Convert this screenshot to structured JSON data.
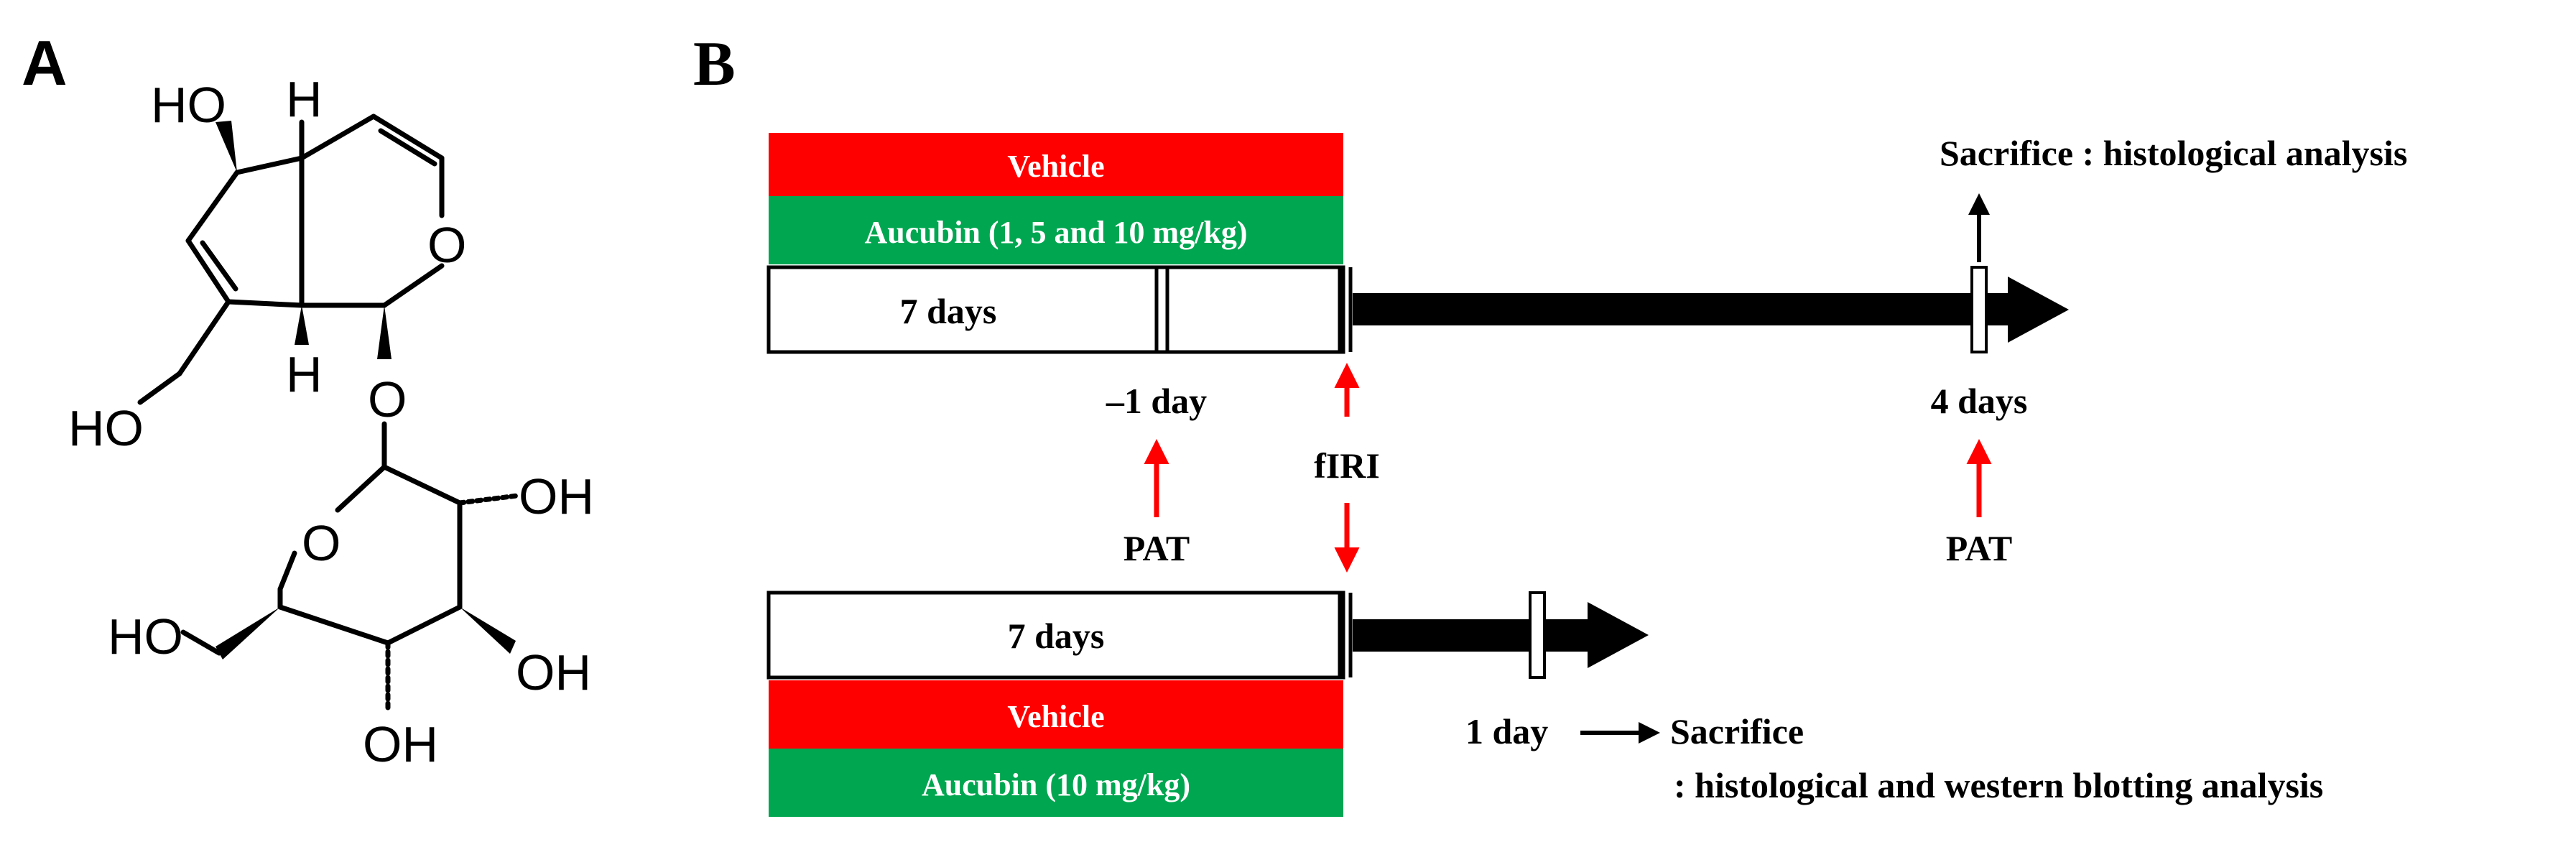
{
  "panel_a": {
    "label": "A",
    "atoms": {
      "ho_top": "HO",
      "h_top": "H",
      "o_ring": "O",
      "h_bottom": "H",
      "ho_left": "HO",
      "o_glyco": "O",
      "o_sugar": "O",
      "oh_right": "OH",
      "ho_sugar": "HO",
      "oh_lower_right": "OH",
      "oh_bottom": "OH"
    }
  },
  "panel_b": {
    "label": "B",
    "top_group": {
      "vehicle_label": "Vehicle",
      "aucubin_label": "Aucubin (1, 5 and 10 mg/kg)",
      "pretreatment_label": "7 days",
      "timepoint_minus1": "–1 day",
      "timepoint_4days": "4 days",
      "sacrifice_label": "Sacrifice : histological analysis"
    },
    "middle": {
      "pat_left": "PAT",
      "firi": "fIRI",
      "pat_right": "PAT"
    },
    "bottom_group": {
      "pretreatment_label": "7 days",
      "vehicle_label": "Vehicle",
      "aucubin_label": "Aucubin (10 mg/kg)",
      "timepoint_1day": "1 day",
      "sacrifice_label": "Sacrifice",
      "sacrifice_detail": ": histological and western blotting analysis"
    },
    "colors": {
      "vehicle": "#ff0000",
      "aucubin": "#00a650",
      "arrow_red": "#ff0000",
      "arrow_black": "#000000"
    }
  }
}
